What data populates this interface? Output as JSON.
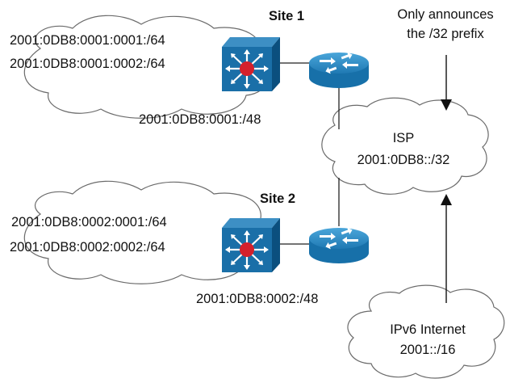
{
  "site1": {
    "title": "Site 1",
    "subnet_a": "2001:0DB8:0001:0001:/64",
    "subnet_b": "2001:0DB8:0001:0002:/64",
    "prefix": "2001:0DB8:0001:/48"
  },
  "site2": {
    "title": "Site 2",
    "subnet_a": "2001:0DB8:0002:0001:/64",
    "subnet_b": "2001:0DB8:0002:0002:/64",
    "prefix": "2001:0DB8:0002:/48"
  },
  "isp": {
    "name": "ISP",
    "prefix": "2001:0DB8::/32"
  },
  "internet": {
    "name": "IPv6 Internet",
    "prefix": "2001::/16"
  },
  "note": {
    "line1": "Only announces",
    "line2": "the /32 prefix"
  },
  "colors": {
    "switch_face": "#1a6fa8",
    "switch_dark": "#0b4f7e",
    "router_top": "#3d9bd0",
    "router_body": "#1770a9",
    "center_dot": "#d4202c",
    "cloud_stroke": "#6b6b6b"
  }
}
